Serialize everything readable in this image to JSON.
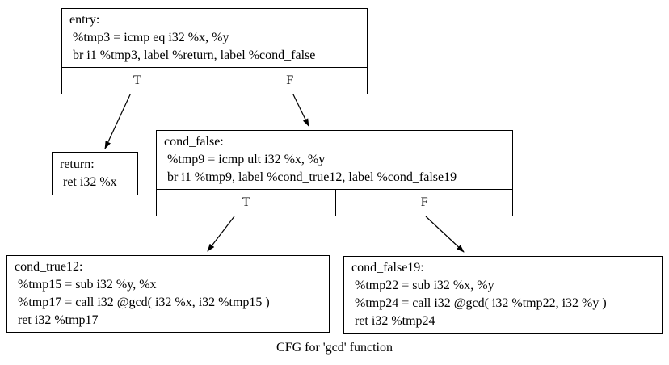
{
  "diagram": {
    "caption": "CFG for 'gcd' function",
    "type": "control-flow-graph",
    "function_name": "gcd"
  },
  "nodes": {
    "entry": {
      "title": "entry:",
      "instructions": [
        " %tmp3 = icmp eq i32 %x, %y",
        " br i1 %tmp3, label %return, label %cond_false"
      ],
      "branch_true": "T",
      "branch_false": "F"
    },
    "return": {
      "title": "return:",
      "instructions": [
        " ret i32 %x"
      ]
    },
    "cond_false": {
      "title": "cond_false:",
      "instructions": [
        " %tmp9 = icmp ult i32 %x, %y",
        " br i1 %tmp9, label %cond_true12, label %cond_false19"
      ],
      "branch_true": "T",
      "branch_false": "F"
    },
    "cond_true12": {
      "title": "cond_true12:",
      "instructions": [
        " %tmp15 = sub i32 %y, %x",
        " %tmp17 = call i32 @gcd( i32 %x, i32 %tmp15 )",
        " ret i32 %tmp17"
      ]
    },
    "cond_false19": {
      "title": "cond_false19:",
      "instructions": [
        " %tmp22 = sub i32 %x, %y",
        " %tmp24 = call i32 @gcd( i32 %tmp22, i32 %y )",
        " ret i32 %tmp24"
      ]
    }
  },
  "edges": [
    {
      "from": "entry",
      "branch": "T",
      "to": "return"
    },
    {
      "from": "entry",
      "branch": "F",
      "to": "cond_false"
    },
    {
      "from": "cond_false",
      "branch": "T",
      "to": "cond_true12"
    },
    {
      "from": "cond_false",
      "branch": "F",
      "to": "cond_false19"
    }
  ],
  "colors": {
    "background": "#ffffff",
    "node_border": "#000000",
    "text": "#000000",
    "edge": "#000000"
  }
}
